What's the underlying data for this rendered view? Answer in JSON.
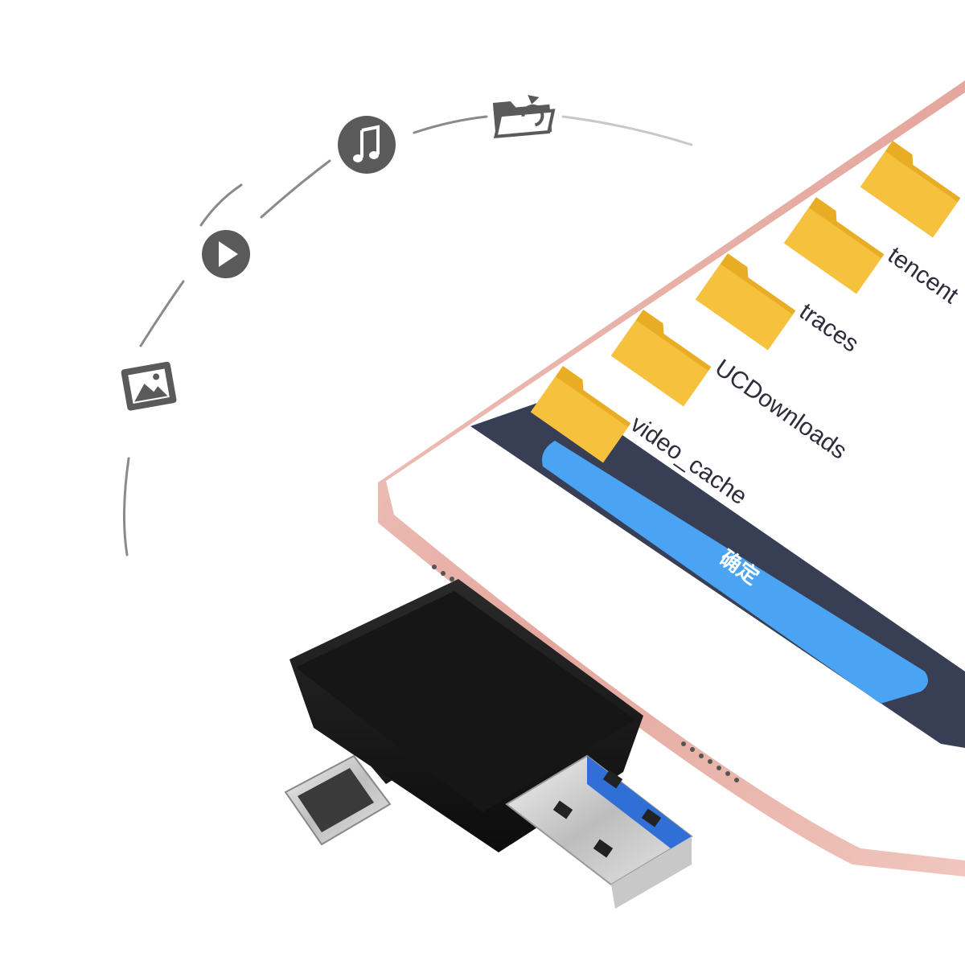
{
  "folders": [
    {
      "name": "tencent"
    },
    {
      "name": "traces"
    },
    {
      "name": "UCDownloads"
    },
    {
      "name": "video_cache"
    }
  ],
  "confirm_button": {
    "label": "确定"
  },
  "colors": {
    "folder": "#f6c23e",
    "folder_dark": "#e9ac25",
    "button": "#4aa3f3",
    "bar": "#383f55",
    "phone_shell": "#e8b6ad",
    "icon": "#555555",
    "usb_blue": "#2f6fd6"
  },
  "icons": [
    "image-icon",
    "play-icon",
    "music-icon",
    "folder-sync-icon"
  ]
}
